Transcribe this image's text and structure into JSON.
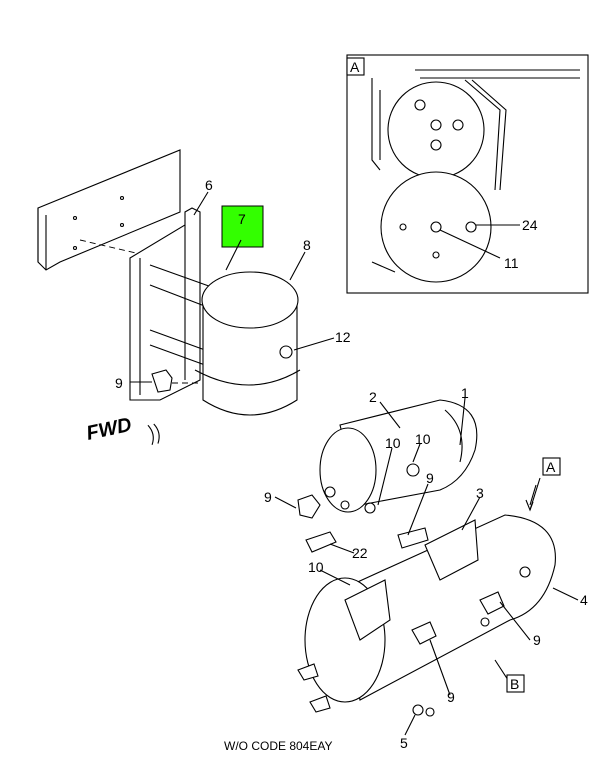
{
  "highlight_color": "#33ff00",
  "highlighted_callout": "7",
  "fwd_label": "FWD",
  "footer_note": "W/O CODE 804EAY",
  "inset": {
    "label": "A",
    "callouts": [
      "24",
      "11"
    ]
  },
  "view_refs": {
    "a": "A",
    "b": "B"
  },
  "callouts": {
    "c6": "6",
    "c7": "7",
    "c8": "8",
    "c12": "12",
    "c9a": "9",
    "c2": "2",
    "c1": "1",
    "c10a": "10",
    "c10b": "10",
    "c9b": "9",
    "c3": "3",
    "c9c": "9",
    "c22": "22",
    "c10c": "10",
    "c4": "4",
    "c9d": "9",
    "c9e": "9",
    "c5": "5"
  }
}
